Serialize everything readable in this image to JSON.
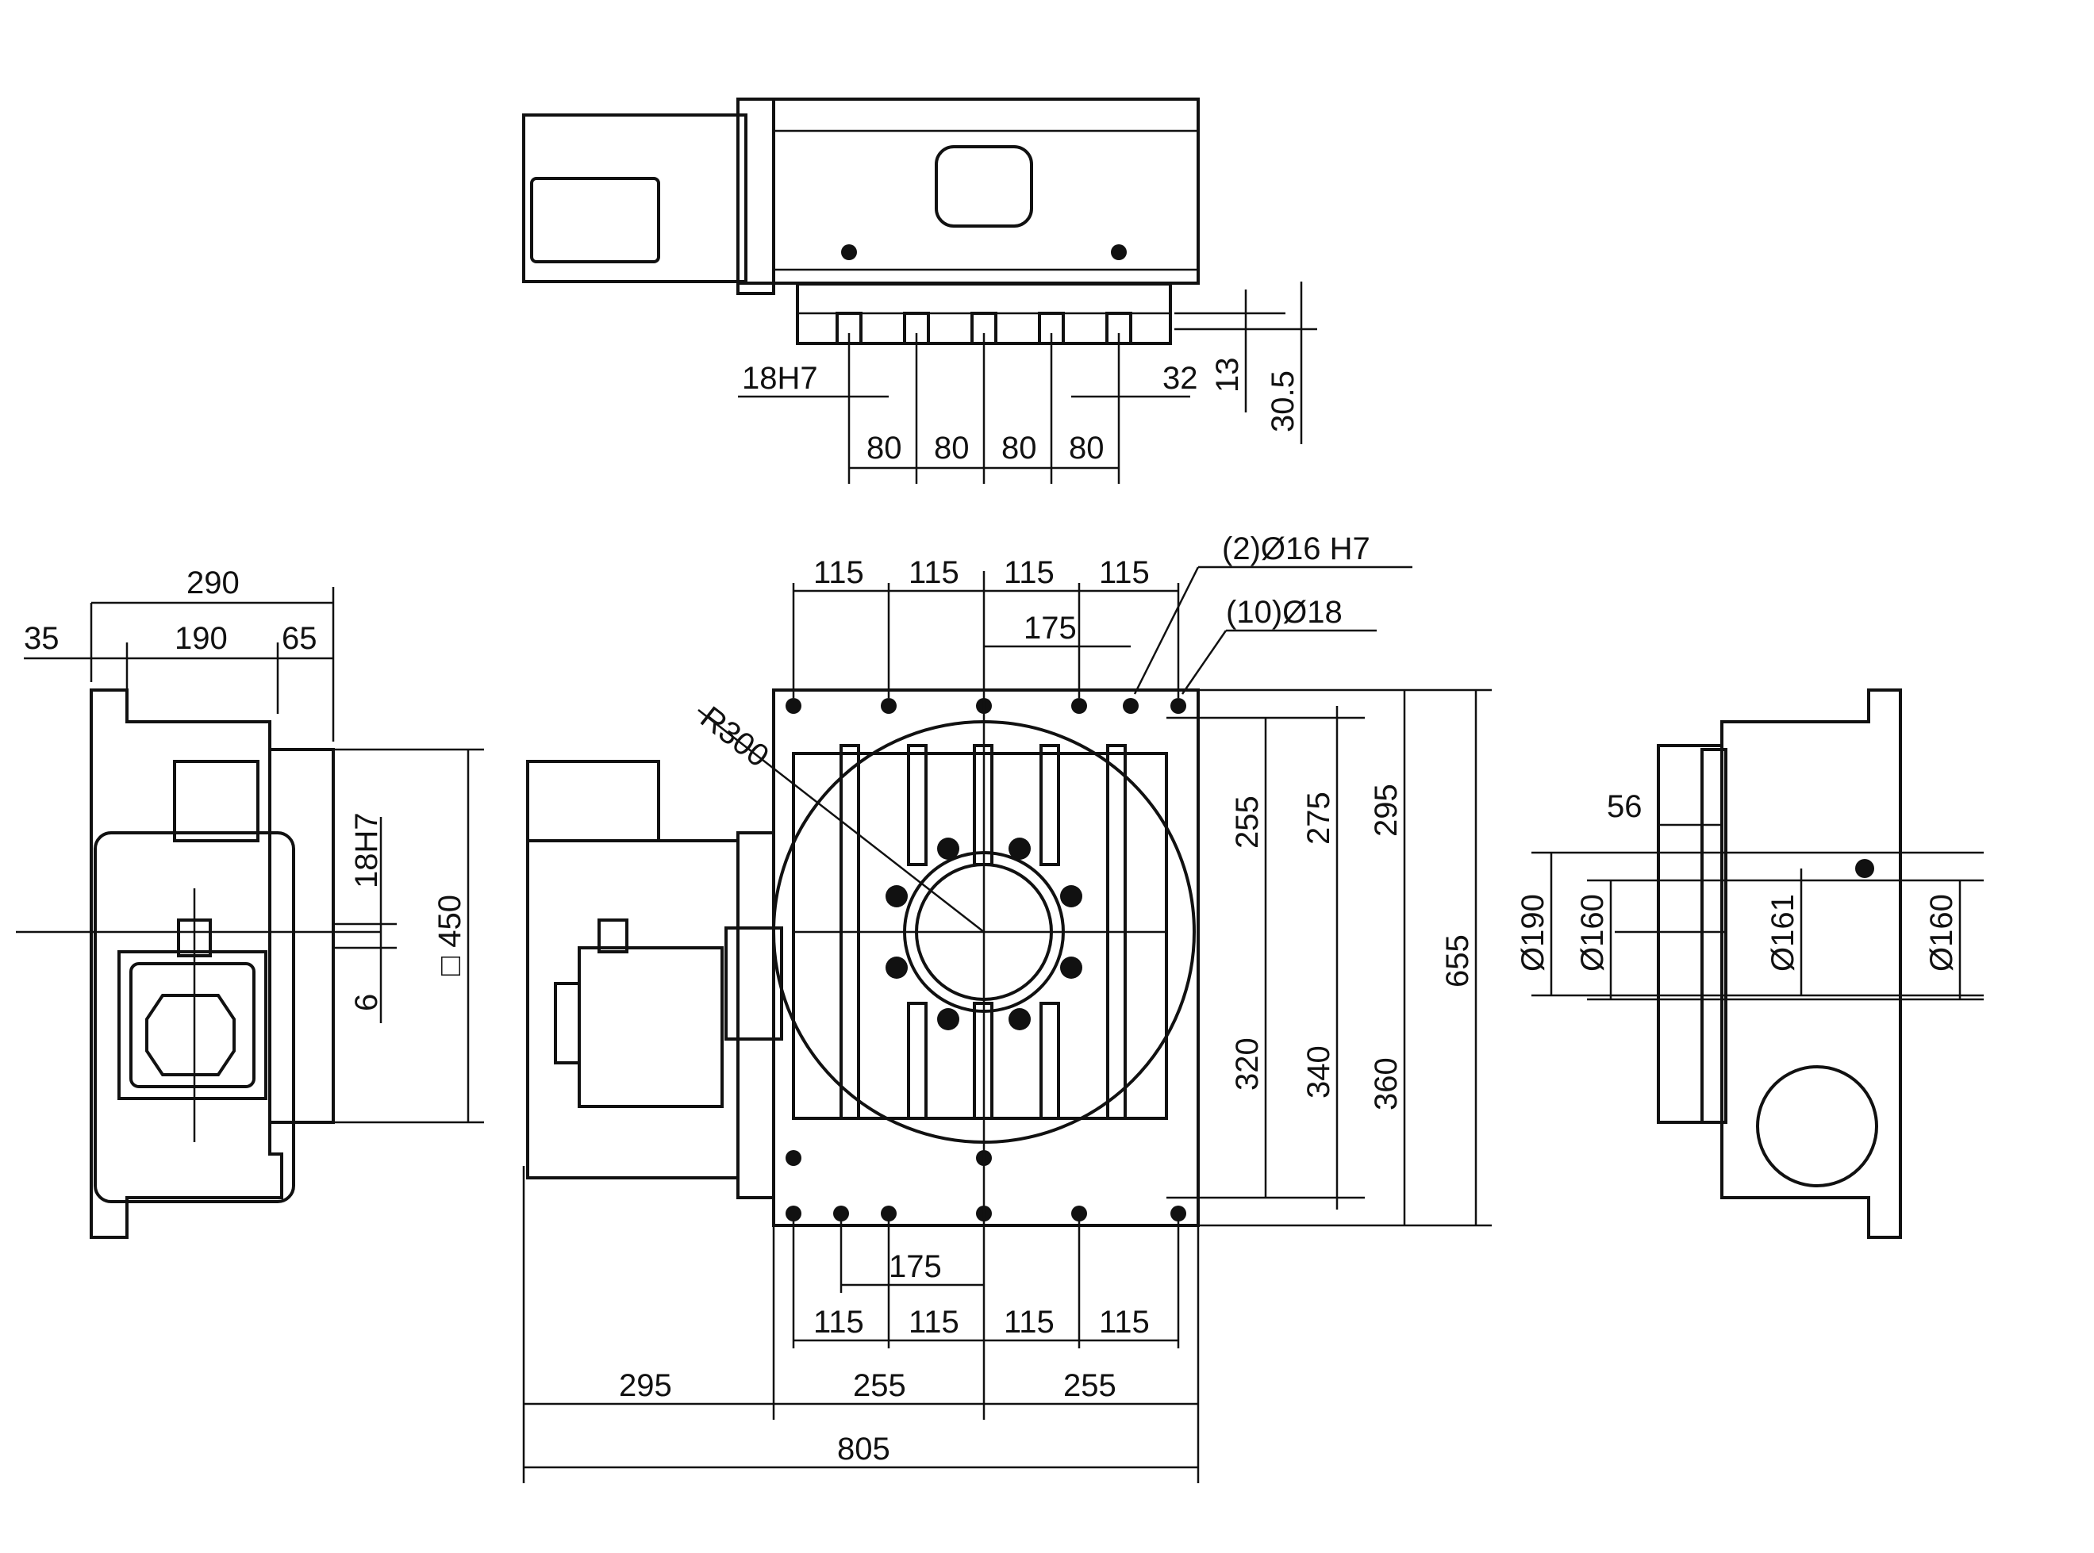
{
  "top_view": {
    "slot_label": "18H7",
    "slot_spacings": [
      "80",
      "80",
      "80",
      "80"
    ],
    "right_width": "32",
    "slot_depth": "13",
    "table_thickness": "30.5"
  },
  "left_view": {
    "overall_width": "290",
    "left_offset": "35",
    "middle_width": "190",
    "right_offset": "65",
    "slot_label": "18H7",
    "slot_depth": "6",
    "square_size": "□ 450"
  },
  "front_view": {
    "top_spacings": [
      "115",
      "115",
      "115",
      "115"
    ],
    "top_center_offset": "175",
    "pin_callout": "(2)Ø16 H7",
    "hole_callout": "(10)Ø18",
    "radius": "R300",
    "right_upper": [
      "255",
      "275",
      "295"
    ],
    "right_lower": [
      "320",
      "340",
      "360"
    ],
    "overall_height": "655",
    "bottom_center_offset": "175",
    "bottom_spacings": [
      "115",
      "115",
      "115",
      "115"
    ],
    "horizontal_parts": [
      "295",
      "255",
      "255"
    ],
    "overall_length": "805"
  },
  "right_view": {
    "offset": "56",
    "diameters_left": [
      "Ø190",
      "Ø160"
    ],
    "diameters_right": [
      "Ø161",
      "Ø160"
    ]
  }
}
